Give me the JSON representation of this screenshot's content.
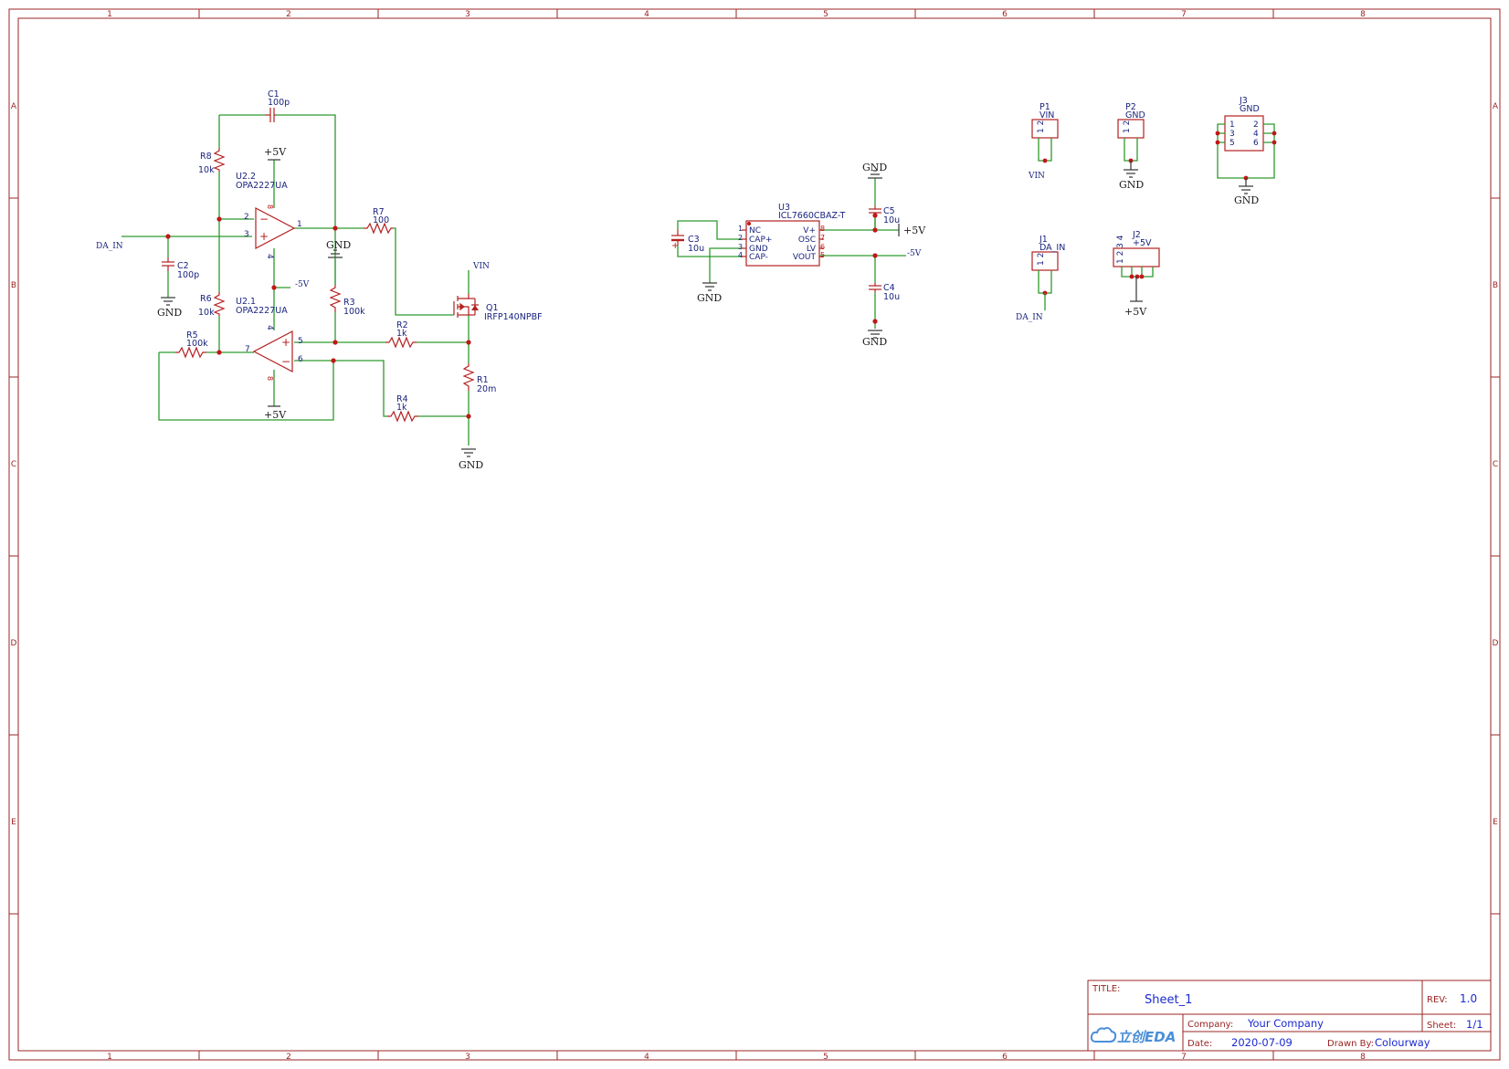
{
  "zone_columns": [
    "1",
    "2",
    "3",
    "4",
    "5",
    "6",
    "7",
    "8"
  ],
  "zone_rows": [
    "A",
    "B",
    "C",
    "D",
    "E"
  ],
  "components": {
    "c1": {
      "ref": "C1",
      "value": "100p"
    },
    "c2": {
      "ref": "C2",
      "value": "100p"
    },
    "c3": {
      "ref": "C3",
      "value": "10u"
    },
    "c4": {
      "ref": "C4",
      "value": "10u"
    },
    "c5": {
      "ref": "C5",
      "value": "10u"
    },
    "r1": {
      "ref": "R1",
      "value": "20m"
    },
    "r2": {
      "ref": "R2",
      "value": "1k"
    },
    "r3": {
      "ref": "R3",
      "value": "100k"
    },
    "r4": {
      "ref": "R4",
      "value": "1k"
    },
    "r5": {
      "ref": "R5",
      "value": "100k"
    },
    "r6": {
      "ref": "R6",
      "value": "10k"
    },
    "r7": {
      "ref": "R7",
      "value": "100"
    },
    "r8": {
      "ref": "R8",
      "value": "10k"
    },
    "u22": {
      "ref": "U2.2",
      "value": "OPA2227UA",
      "pins": [
        "2",
        "3",
        "1",
        "8",
        "4"
      ]
    },
    "u21": {
      "ref": "U2.1",
      "value": "OPA2227UA",
      "pins": [
        "5",
        "6",
        "7",
        "4",
        "8"
      ]
    },
    "q1": {
      "ref": "Q1",
      "value": "IRFP140NPBF"
    },
    "u3": {
      "ref": "U3",
      "value": "ICL7660CBAZ-T",
      "left_pins": [
        "NC",
        "CAP+",
        "GND",
        "CAP-"
      ],
      "right_pins": [
        "V+",
        "OSC",
        "LV",
        "VOUT"
      ],
      "left_nums": [
        "1",
        "2",
        "3",
        "4"
      ],
      "right_nums": [
        "8",
        "7",
        "6",
        "5"
      ]
    },
    "p1": {
      "ref": "P1",
      "net": "VIN",
      "pins": "1 2"
    },
    "p2": {
      "ref": "P2",
      "net": "GND",
      "pins": "1 2"
    },
    "j1": {
      "ref": "J1",
      "net": "DA_IN",
      "pins": "1 2"
    },
    "j2": {
      "ref": "J2",
      "net": "+5V",
      "pins": "1 2 3 4"
    },
    "j3": {
      "ref": "J3",
      "net": "GND",
      "pins": [
        "1",
        "2",
        "3",
        "4",
        "5",
        "6"
      ]
    }
  },
  "nets": {
    "da_in": "DA_IN",
    "vin": "VIN",
    "gnd": "GND",
    "p5v": "+5V",
    "m5v": "-5V"
  },
  "title_block": {
    "title_label": "TITLE:",
    "title": "Sheet_1",
    "rev_label": "REV:",
    "rev": "1.0",
    "company_label": "Company:",
    "company": "Your Company",
    "sheet_label": "Sheet:",
    "sheet": "1/1",
    "date_label": "Date:",
    "date": "2020-07-09",
    "drawn_label": "Drawn By:",
    "drawn": "Colourway",
    "logo": "立创EDA"
  },
  "colors": {
    "frame": "#9b2424",
    "wire": "#2d9a2d",
    "part": "#b42020",
    "text": "#1a237e",
    "title_value": "#1a2ad0"
  }
}
